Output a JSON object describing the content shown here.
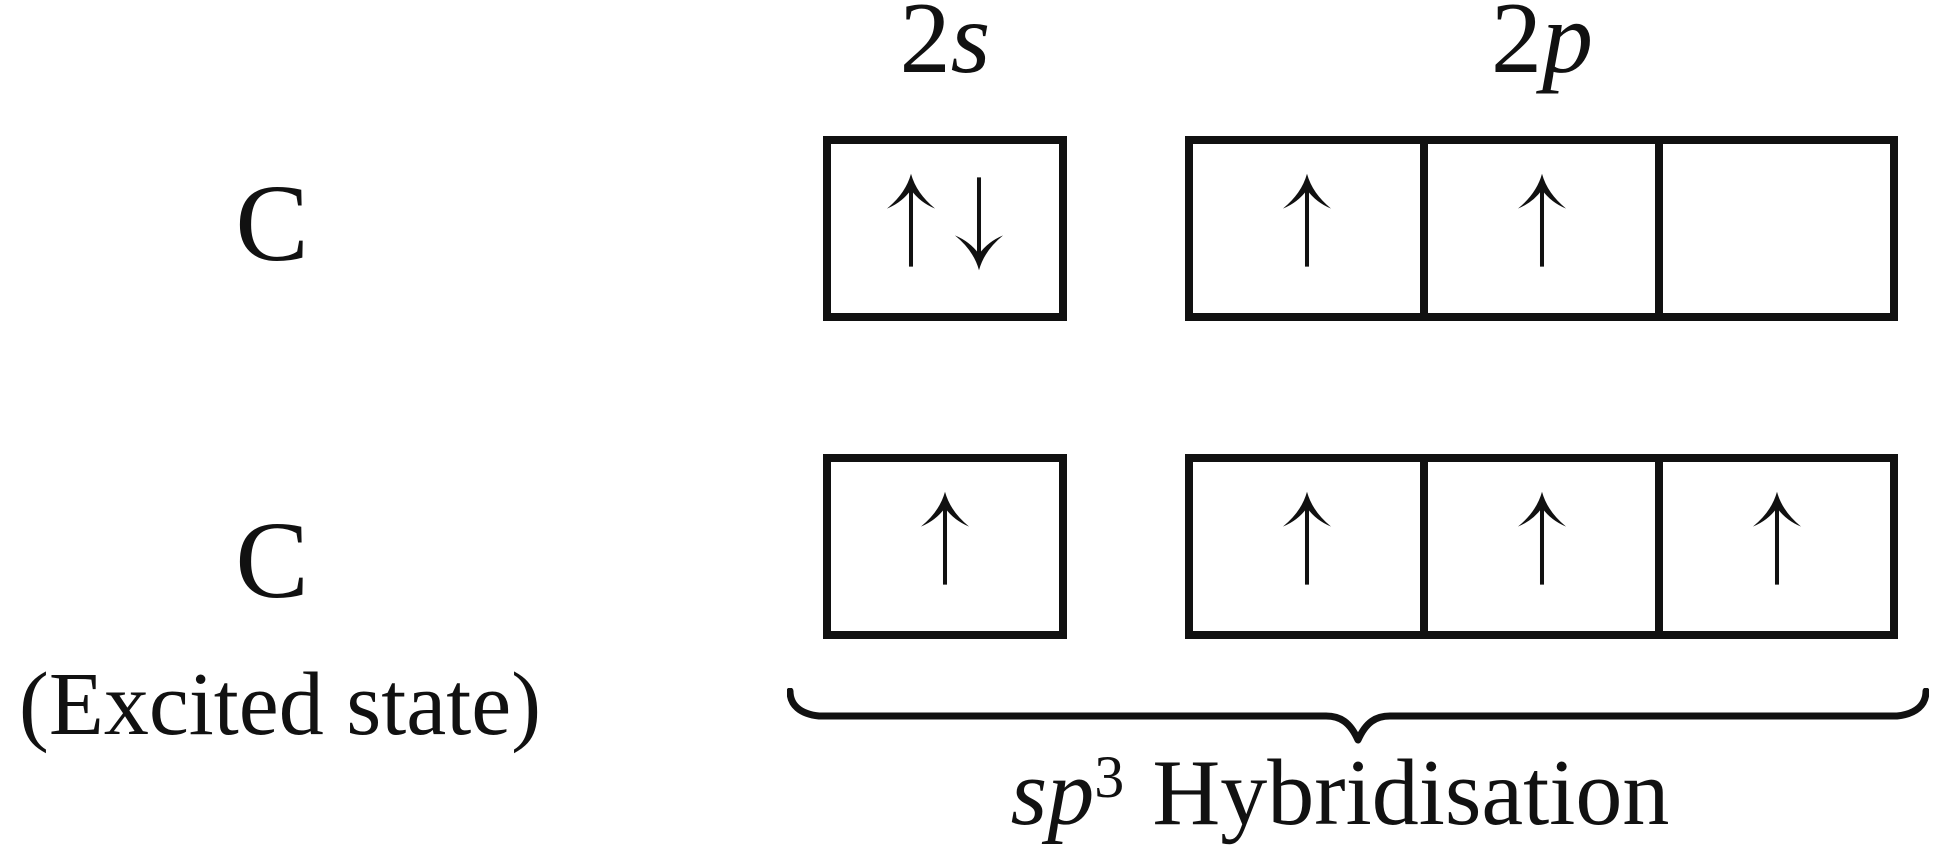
{
  "canvas": {
    "background_color": "#ffffff",
    "ink_color": "#111111"
  },
  "orbital_headers": {
    "s": {
      "prefix": "2",
      "letter": "s"
    },
    "p": {
      "prefix": "2",
      "letter": "p"
    }
  },
  "rows": [
    {
      "element": "C",
      "note": "",
      "orbitals": {
        "s2": [
          "up",
          "down"
        ],
        "p2": [
          [
            "up"
          ],
          [
            "up"
          ],
          []
        ]
      }
    },
    {
      "element": "C",
      "note": "(Excited state)",
      "orbitals": {
        "s2": [
          "up"
        ],
        "p2": [
          [
            "up"
          ],
          [
            "up"
          ],
          [
            "up"
          ]
        ]
      }
    }
  ],
  "brace_label": {
    "italic": "sp",
    "superscript": "3",
    "text": "Hybridisation"
  },
  "icons": {
    "up_arrow": "↑",
    "down_arrow": "↓"
  }
}
